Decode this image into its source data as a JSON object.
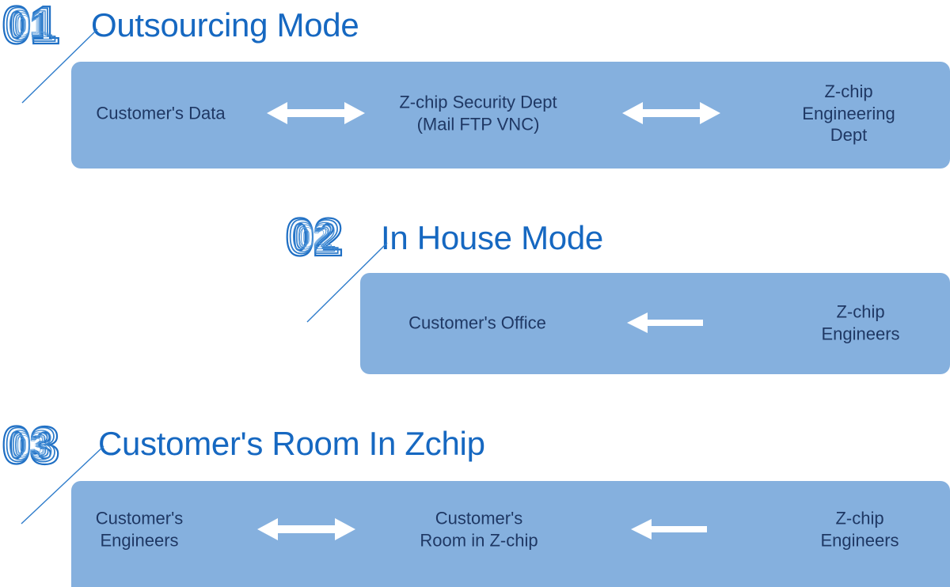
{
  "colors": {
    "title_blue": "#1668C1",
    "bar_fill": "#85B0DE",
    "bar_text": "#1F3864",
    "arrow_white": "#FFFFFF",
    "numeral_outline": "#1F6FC4",
    "background": "#FFFFFF"
  },
  "sections": [
    {
      "number": "01",
      "title": "Outsourcing Mode",
      "nodes": [
        {
          "text": "Customer's Data"
        },
        {
          "text": "Z-chip Security Dept\n(Mail FTP VNC)"
        },
        {
          "text": "Z-chip Engineering\nDept"
        }
      ],
      "arrows": [
        {
          "direction": "both"
        },
        {
          "direction": "both"
        }
      ]
    },
    {
      "number": "02",
      "title": "In House Mode",
      "nodes": [
        {
          "text": "Customer's Office"
        },
        {
          "text": "Z-chip Engineers"
        }
      ],
      "arrows": [
        {
          "direction": "left"
        }
      ]
    },
    {
      "number": "03",
      "title": "Customer's Room In Zchip",
      "nodes": [
        {
          "text": "Customer's\nEngineers"
        },
        {
          "text": "Customer's\nRoom in Z-chip"
        },
        {
          "text": "Z-chip Engineers"
        }
      ],
      "arrows": [
        {
          "direction": "both"
        },
        {
          "direction": "left"
        }
      ]
    }
  ]
}
